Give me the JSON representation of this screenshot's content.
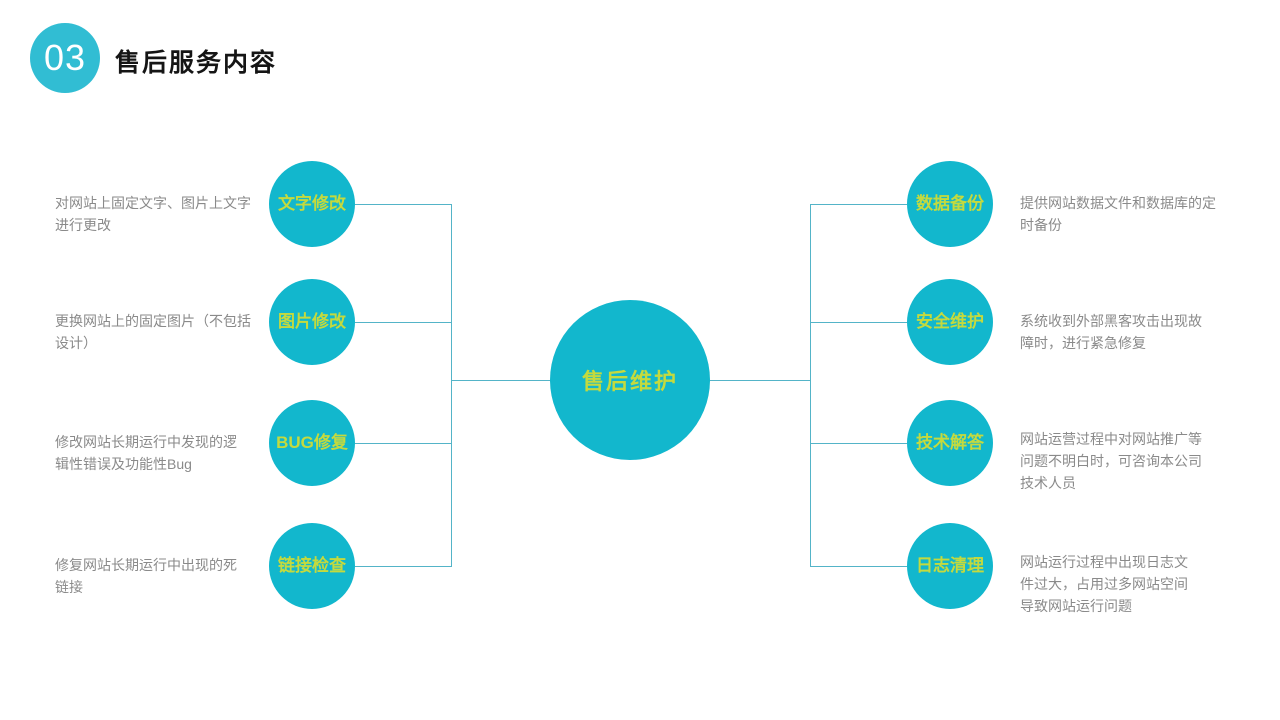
{
  "header": {
    "section_number": "03",
    "title": "售后服务内容"
  },
  "diagram": {
    "center_label": "售后维护",
    "left_nodes": [
      {
        "label": "文字修改",
        "description": "对网站上固定文字、图片上文字\n进行更改"
      },
      {
        "label": "图片修改",
        "description": "更换网站上的固定图片（不包括\n设计）"
      },
      {
        "label": "BUG修复",
        "description": "修改网站长期运行中发现的逻\n辑性错误及功能性Bug"
      },
      {
        "label": "链接检查",
        "description": "修复网站长期运行中出现的死\n链接"
      }
    ],
    "right_nodes": [
      {
        "label": "数据备份",
        "description": "提供网站数据文件和数据库的定\n时备份"
      },
      {
        "label": "安全维护",
        "description": "系统收到外部黑客攻击出现故\n障时，进行紧急修复"
      },
      {
        "label": "技术解答",
        "description": "网站运营过程中对网站推广等\n问题不明白时，可咨询本公司\n技术人员"
      },
      {
        "label": "日志清理",
        "description": "网站运行过程中出现日志文\n件过大，占用过多网站空间\n导致网站运行问题"
      }
    ]
  },
  "colors": {
    "node_fill": "#12b7cd",
    "badge_fill": "#31bdd3",
    "label_green": "#c4da3e",
    "line_color": "#54b4c8",
    "title_color": "#151515",
    "desc_color": "#8a8a8a",
    "bg": "#ffffff"
  }
}
